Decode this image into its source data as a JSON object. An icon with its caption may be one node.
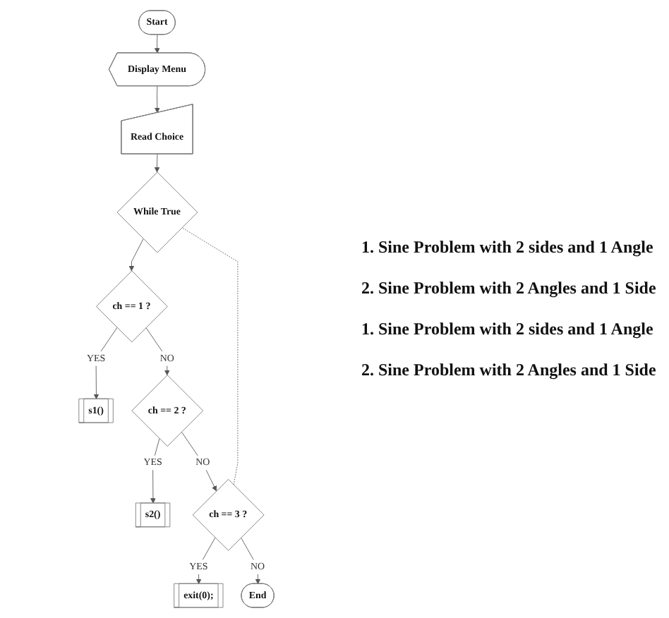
{
  "diagram": {
    "nodes": [
      {
        "text": [
          "Start"
        ]
      },
      {
        "text": [
          "Display Menu"
        ]
      },
      {
        "text": [
          "Read Choice"
        ]
      },
      {
        "text": [
          "While True"
        ]
      },
      {
        "text": [
          "ch == 1 ?"
        ]
      },
      {
        "text": [
          "s1()"
        ]
      },
      {
        "text": [
          "ch == 2 ?"
        ]
      },
      {
        "text": [
          "s2()"
        ]
      },
      {
        "text": [
          "ch == 3 ?"
        ]
      },
      {
        "text": [
          "exit(0);"
        ]
      },
      {
        "text": [
          "End"
        ]
      }
    ],
    "edges": [
      {
        "from": 0,
        "to": 1,
        "arrow": "to"
      },
      {
        "from": 1,
        "to": 2,
        "arrow": "to"
      },
      {
        "from": 2,
        "to": 3,
        "arrow": "to"
      },
      {
        "from": 3,
        "to": 4,
        "arrow": "to"
      },
      {
        "from": 4,
        "to": 5,
        "arrow": "to",
        "label": "YES"
      },
      {
        "from": 4,
        "to": 6,
        "arrow": "to",
        "label": "NO"
      },
      {
        "from": 6,
        "to": 7,
        "arrow": "to",
        "label": "YES"
      },
      {
        "from": 6,
        "to": 8,
        "arrow": "to",
        "label": "NO"
      },
      {
        "from": 8,
        "to": 9,
        "arrow": "to",
        "label": "YES"
      },
      {
        "from": 8,
        "to": 10,
        "arrow": "to",
        "label": "NO"
      },
      {
        "from": 8,
        "to": 3,
        "arrow": "none",
        "style": "dashed"
      }
    ],
    "labels": [
      "1. Sine Problem with 2 sides and 1 Angle",
      "2. Sine Problem with 2 Angles and 1 Side",
      "1. Sine Problem with 2 sides and 1 Angle",
      "2. Sine Problem with 2 Angles and 1 Side"
    ]
  }
}
